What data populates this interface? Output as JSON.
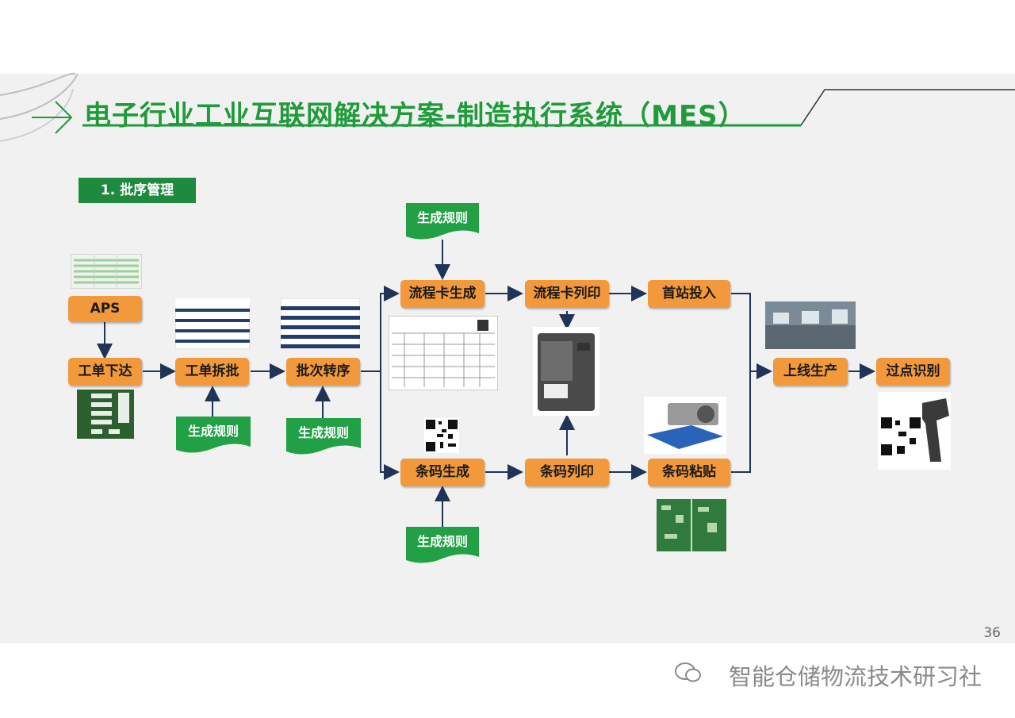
{
  "header": {
    "title": "电子行业工业互联网解决方案-制造执行系统（MES）",
    "section": "1. 批序管理"
  },
  "nodes": {
    "aps": "APS",
    "work_order_issue": "工单下达",
    "work_order_split": "工单拆批",
    "batch_transfer": "批次转序",
    "flow_card_gen": "流程卡生成",
    "flow_card_print": "流程卡列印",
    "first_station": "首站投入",
    "barcode_gen": "条码生成",
    "barcode_print": "条码列印",
    "barcode_paste": "条码粘贴",
    "online_production": "上线生产",
    "checkpoint_id": "过点识别"
  },
  "rules": {
    "rule_label": "生成规则"
  },
  "footer": {
    "page_number": "36",
    "watermark": "智能仓储物流技术研习社"
  },
  "colors": {
    "title_green": "#1f9b3a",
    "tag_green": "#1e8a3e",
    "node_orange": "#f2993b",
    "arrow_navy": "#1f3456"
  }
}
